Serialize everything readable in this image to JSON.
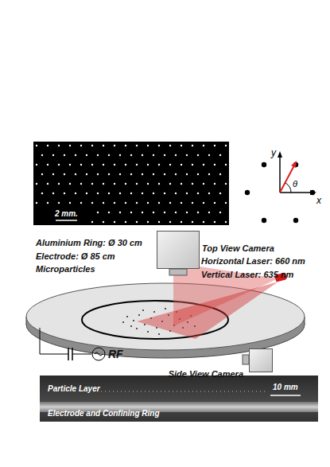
{
  "diagram": {
    "nodes": [
      {
        "text": [
          "2 mm."
        ]
      },
      {
        "text": [
          "Top View Camera"
        ]
      },
      {
        "text": [
          "Side View Camera"
        ]
      },
      {
        "text": [
          "Particle Layer",
          "Electrode and Confining Ring",
          "10 mm"
        ]
      }
    ],
    "labels": [
      "y",
      "x",
      "θ",
      "Aluminium Ring: Ø 30 cm",
      "Electrode: Ø 85 cm",
      "Microparticles",
      "Horizontal Laser: 660 nm",
      "Vertical Laser: 635 nm",
      "RF"
    ]
  }
}
